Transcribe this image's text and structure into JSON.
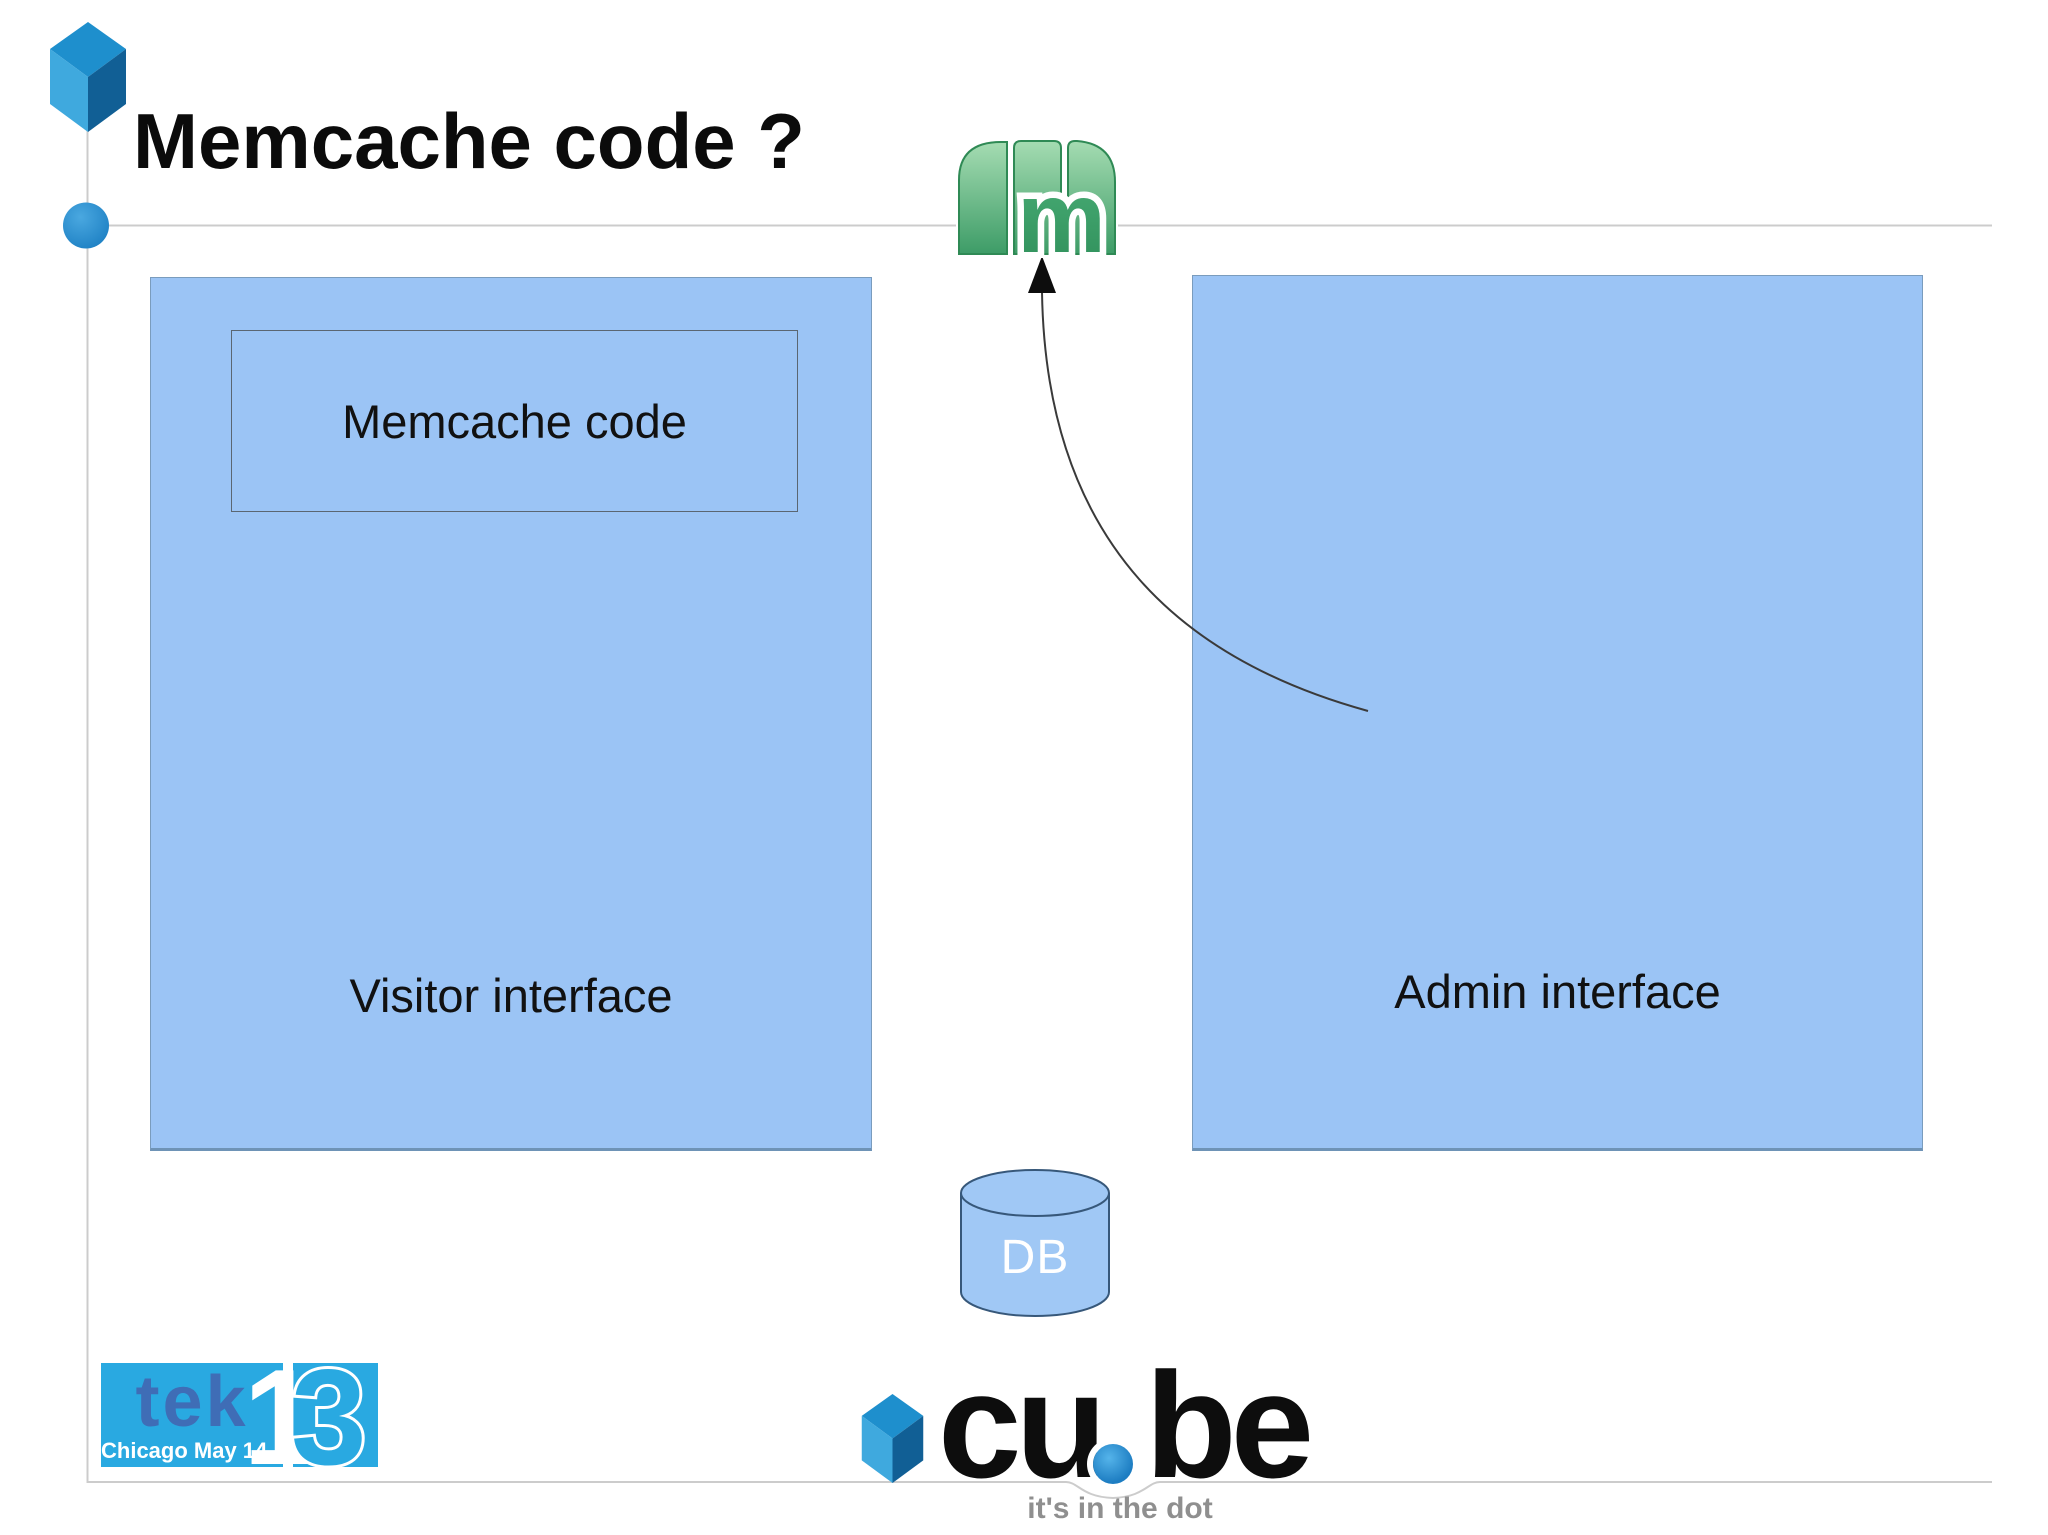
{
  "slide": {
    "title": "Memcache code ?",
    "background": "#ffffff",
    "frame_line_color": "#cccccc",
    "accent_blue": "#2189cc"
  },
  "diagram": {
    "visitor_box": {
      "label": "Visitor interface",
      "inner_label": "Memcache code",
      "fill": "#9bc4f5",
      "border": "#7a9cbd"
    },
    "admin_box": {
      "label": "Admin interface",
      "fill": "#9bc4f5",
      "border": "#7a9cbd"
    },
    "memcached_logo": {
      "letter": "m",
      "green_dark": "#2f8f5a",
      "green_light": "#a5dcb2"
    },
    "database": {
      "label": "DB",
      "fill": "#a0c8f5",
      "outline": "#37587a"
    }
  },
  "footer": {
    "tek": {
      "word": "tek",
      "digit_one": "1",
      "digit_three": "3",
      "location": "Chicago May 14-17",
      "bg_blue": "#29a9e1",
      "word_blue": "#3f6db6"
    },
    "cube": {
      "word_left": "cu",
      "word_right": "be",
      "tagline": "it's in the dot",
      "dot_blue": "#2a8fd0"
    }
  }
}
